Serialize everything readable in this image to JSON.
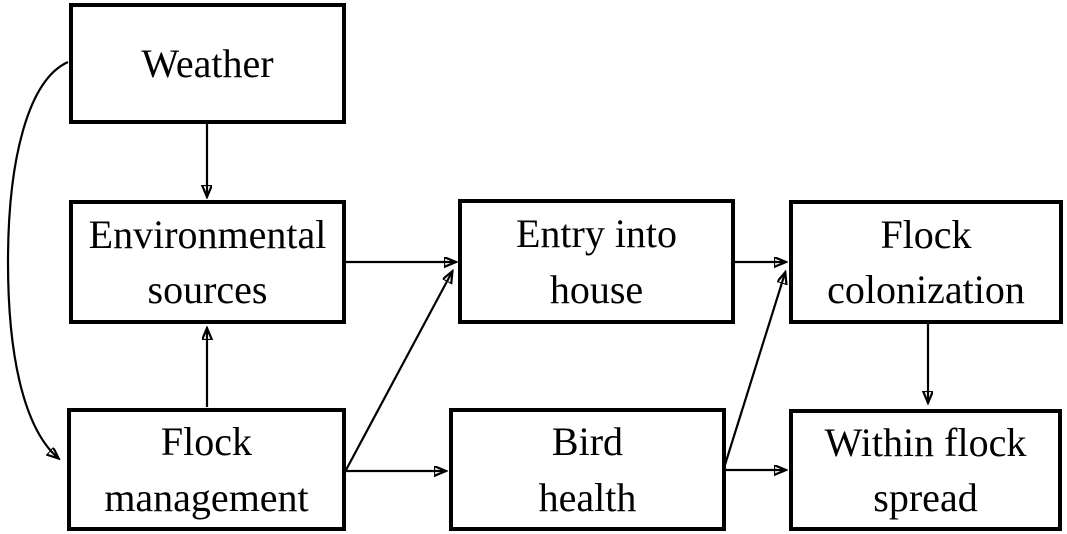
{
  "diagram": {
    "background_color": "#ffffff",
    "line_color": "#000000",
    "nodes": {
      "weather": {
        "label": "Weather"
      },
      "environmental_sources": {
        "label": "Environmental\nsources"
      },
      "flock_management": {
        "label": "Flock\nmanagement"
      },
      "entry_into_house": {
        "label": "Entry into\nhouse"
      },
      "bird_health": {
        "label": "Bird\nhealth"
      },
      "flock_colonization": {
        "label": "Flock\ncolonization"
      },
      "within_flock_spread": {
        "label": "Within flock\nspread"
      }
    },
    "edges": [
      {
        "from": "Weather",
        "to": "Environmental sources"
      },
      {
        "from": "Weather",
        "to": "Flock management"
      },
      {
        "from": "Flock management",
        "to": "Environmental sources"
      },
      {
        "from": "Environmental sources",
        "to": "Entry into house"
      },
      {
        "from": "Flock management",
        "to": "Entry into house"
      },
      {
        "from": "Flock management",
        "to": "Bird health"
      },
      {
        "from": "Entry into house",
        "to": "Flock colonization"
      },
      {
        "from": "Bird health",
        "to": "Flock colonization"
      },
      {
        "from": "Bird health",
        "to": "Within flock spread"
      },
      {
        "from": "Flock colonization",
        "to": "Within flock spread"
      }
    ]
  }
}
